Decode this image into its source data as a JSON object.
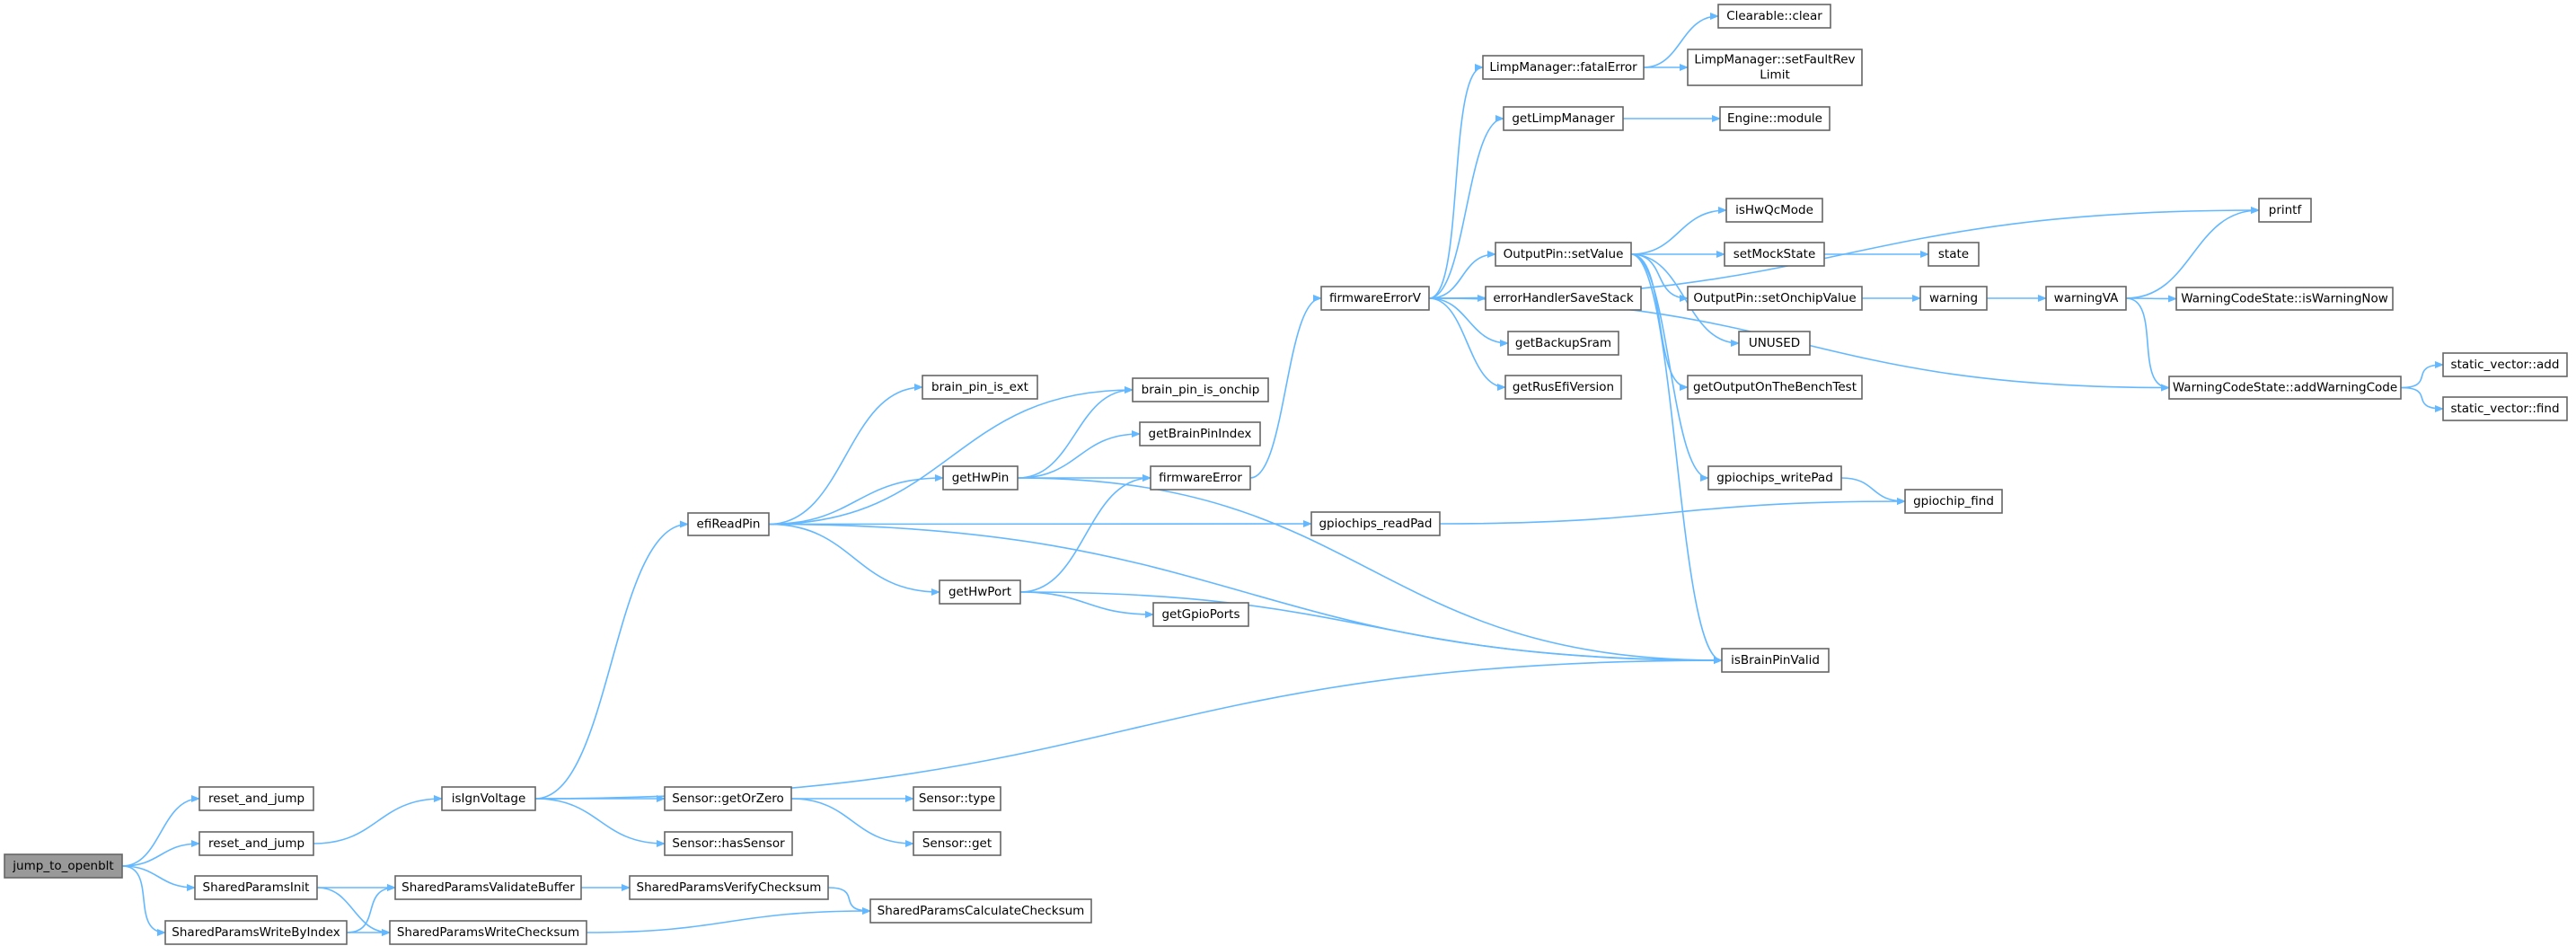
{
  "graph": {
    "edge_color": "#63b8ff",
    "root_fill": "#999999",
    "nodes": [
      {
        "id": "jump_to_openblt",
        "label": [
          "jump_to_openblt"
        ],
        "root": true
      },
      {
        "id": "reset_and_jump_1",
        "label": [
          "reset_and_jump"
        ]
      },
      {
        "id": "reset_and_jump_2",
        "label": [
          "reset_and_jump"
        ]
      },
      {
        "id": "SharedParamsInit",
        "label": [
          "SharedParamsInit"
        ]
      },
      {
        "id": "SharedParamsWriteByIndex",
        "label": [
          "SharedParamsWriteByIndex"
        ]
      },
      {
        "id": "isIgnVoltage",
        "label": [
          "isIgnVoltage"
        ]
      },
      {
        "id": "SharedParamsValidateBuffer",
        "label": [
          "SharedParamsValidateBuffer"
        ]
      },
      {
        "id": "SharedParamsWriteChecksum",
        "label": [
          "SharedParamsWriteChecksum"
        ]
      },
      {
        "id": "Sensor_getOrZero",
        "label": [
          "Sensor::getOrZero"
        ]
      },
      {
        "id": "Sensor_hasSensor",
        "label": [
          "Sensor::hasSensor"
        ]
      },
      {
        "id": "SharedParamsVerifyChecksum",
        "label": [
          "SharedParamsVerifyChecksum"
        ]
      },
      {
        "id": "SharedParamsCalculateChecksum",
        "label": [
          "SharedParamsCalculateChecksum"
        ]
      },
      {
        "id": "Sensor_type",
        "label": [
          "Sensor::type"
        ]
      },
      {
        "id": "Sensor_get",
        "label": [
          "Sensor::get"
        ]
      },
      {
        "id": "efiReadPin",
        "label": [
          "efiReadPin"
        ]
      },
      {
        "id": "brain_pin_is_ext",
        "label": [
          "brain_pin_is_ext"
        ]
      },
      {
        "id": "brain_pin_is_onchip",
        "label": [
          "brain_pin_is_onchip"
        ]
      },
      {
        "id": "getBrainPinIndex",
        "label": [
          "getBrainPinIndex"
        ]
      },
      {
        "id": "getHwPin",
        "label": [
          "getHwPin"
        ]
      },
      {
        "id": "firmwareError",
        "label": [
          "firmwareError"
        ]
      },
      {
        "id": "gpiochips_readPad",
        "label": [
          "gpiochips_readPad"
        ]
      },
      {
        "id": "getHwPort",
        "label": [
          "getHwPort"
        ]
      },
      {
        "id": "getGpioPorts",
        "label": [
          "getGpioPorts"
        ]
      },
      {
        "id": "isBrainPinValid",
        "label": [
          "isBrainPinValid"
        ]
      },
      {
        "id": "firmwareErrorV",
        "label": [
          "firmwareErrorV"
        ]
      },
      {
        "id": "LimpManager_fatalError",
        "label": [
          "LimpManager::fatalError"
        ]
      },
      {
        "id": "getLimpManager",
        "label": [
          "getLimpManager"
        ]
      },
      {
        "id": "Clearable_clear",
        "label": [
          "Clearable::clear"
        ]
      },
      {
        "id": "LimpManager_setFaultRevLimit",
        "label": [
          "LimpManager::setFaultRev",
          "Limit"
        ]
      },
      {
        "id": "Engine_module",
        "label": [
          "Engine::module"
        ]
      },
      {
        "id": "printf",
        "label": [
          "printf"
        ]
      },
      {
        "id": "isHwQcMode",
        "label": [
          "isHwQcMode"
        ]
      },
      {
        "id": "OutputPin_setValue",
        "label": [
          "OutputPin::setValue"
        ]
      },
      {
        "id": "setMockState",
        "label": [
          "setMockState"
        ]
      },
      {
        "id": "state",
        "label": [
          "state"
        ]
      },
      {
        "id": "errorHandlerSaveStack",
        "label": [
          "errorHandlerSaveStack"
        ]
      },
      {
        "id": "OutputPin_setOnchipValue",
        "label": [
          "OutputPin::setOnchipValue"
        ]
      },
      {
        "id": "warning",
        "label": [
          "warning"
        ]
      },
      {
        "id": "warningVA",
        "label": [
          "warningVA"
        ]
      },
      {
        "id": "WarningCodeState_isWarningNow",
        "label": [
          "WarningCodeState::isWarningNow"
        ]
      },
      {
        "id": "getBackupSram",
        "label": [
          "getBackupSram"
        ]
      },
      {
        "id": "UNUSED",
        "label": [
          "UNUSED"
        ]
      },
      {
        "id": "getRusEfiVersion",
        "label": [
          "getRusEfiVersion"
        ]
      },
      {
        "id": "getOutputOnTheBenchTest",
        "label": [
          "getOutputOnTheBenchTest"
        ]
      },
      {
        "id": "WarningCodeState_addWarningCode",
        "label": [
          "WarningCodeState::addWarningCode"
        ]
      },
      {
        "id": "static_vector_add",
        "label": [
          "static_vector::add"
        ]
      },
      {
        "id": "static_vector_find",
        "label": [
          "static_vector::find"
        ]
      },
      {
        "id": "gpiochips_writePad",
        "label": [
          "gpiochips_writePad"
        ]
      },
      {
        "id": "gpiochip_find",
        "label": [
          "gpiochip_find"
        ]
      }
    ],
    "edges": [
      [
        "jump_to_openblt",
        "reset_and_jump_1"
      ],
      [
        "jump_to_openblt",
        "reset_and_jump_2"
      ],
      [
        "jump_to_openblt",
        "SharedParamsInit"
      ],
      [
        "jump_to_openblt",
        "SharedParamsWriteByIndex"
      ],
      [
        "reset_and_jump_2",
        "isIgnVoltage"
      ],
      [
        "isIgnVoltage",
        "efiReadPin"
      ],
      [
        "isIgnVoltage",
        "Sensor_getOrZero"
      ],
      [
        "isIgnVoltage",
        "Sensor_hasSensor"
      ],
      [
        "isIgnVoltage",
        "isBrainPinValid"
      ],
      [
        "Sensor_getOrZero",
        "Sensor_type"
      ],
      [
        "Sensor_getOrZero",
        "Sensor_get"
      ],
      [
        "SharedParamsInit",
        "SharedParamsValidateBuffer"
      ],
      [
        "SharedParamsInit",
        "SharedParamsWriteChecksum"
      ],
      [
        "SharedParamsWriteByIndex",
        "SharedParamsValidateBuffer"
      ],
      [
        "SharedParamsWriteByIndex",
        "SharedParamsWriteChecksum"
      ],
      [
        "SharedParamsValidateBuffer",
        "SharedParamsVerifyChecksum"
      ],
      [
        "SharedParamsVerifyChecksum",
        "SharedParamsCalculateChecksum"
      ],
      [
        "SharedParamsWriteChecksum",
        "SharedParamsCalculateChecksum"
      ],
      [
        "efiReadPin",
        "brain_pin_is_ext"
      ],
      [
        "efiReadPin",
        "brain_pin_is_onchip"
      ],
      [
        "efiReadPin",
        "getHwPin"
      ],
      [
        "efiReadPin",
        "gpiochips_readPad"
      ],
      [
        "efiReadPin",
        "getHwPort"
      ],
      [
        "efiReadPin",
        "isBrainPinValid"
      ],
      [
        "getHwPin",
        "brain_pin_is_onchip"
      ],
      [
        "getHwPin",
        "getBrainPinIndex"
      ],
      [
        "getHwPin",
        "firmwareError"
      ],
      [
        "getHwPin",
        "isBrainPinValid"
      ],
      [
        "getHwPort",
        "firmwareError"
      ],
      [
        "getHwPort",
        "getGpioPorts"
      ],
      [
        "getHwPort",
        "isBrainPinValid"
      ],
      [
        "firmwareError",
        "firmwareErrorV"
      ],
      [
        "gpiochips_readPad",
        "gpiochip_find"
      ],
      [
        "firmwareErrorV",
        "LimpManager_fatalError"
      ],
      [
        "firmwareErrorV",
        "getLimpManager"
      ],
      [
        "firmwareErrorV",
        "printf"
      ],
      [
        "firmwareErrorV",
        "OutputPin_setValue"
      ],
      [
        "firmwareErrorV",
        "errorHandlerSaveStack"
      ],
      [
        "firmwareErrorV",
        "getBackupSram"
      ],
      [
        "firmwareErrorV",
        "getRusEfiVersion"
      ],
      [
        "firmwareErrorV",
        "WarningCodeState_addWarningCode"
      ],
      [
        "LimpManager_fatalError",
        "Clearable_clear"
      ],
      [
        "LimpManager_fatalError",
        "LimpManager_setFaultRevLimit"
      ],
      [
        "getLimpManager",
        "Engine_module"
      ],
      [
        "OutputPin_setValue",
        "isHwQcMode"
      ],
      [
        "OutputPin_setValue",
        "setMockState"
      ],
      [
        "OutputPin_setValue",
        "OutputPin_setOnchipValue"
      ],
      [
        "OutputPin_setValue",
        "UNUSED"
      ],
      [
        "OutputPin_setValue",
        "getOutputOnTheBenchTest"
      ],
      [
        "OutputPin_setValue",
        "gpiochips_writePad"
      ],
      [
        "OutputPin_setValue",
        "isBrainPinValid"
      ],
      [
        "setMockState",
        "state"
      ],
      [
        "OutputPin_setOnchipValue",
        "warning"
      ],
      [
        "warning",
        "warningVA"
      ],
      [
        "warningVA",
        "printf"
      ],
      [
        "warningVA",
        "WarningCodeState_isWarningNow"
      ],
      [
        "warningVA",
        "WarningCodeState_addWarningCode"
      ],
      [
        "WarningCodeState_addWarningCode",
        "static_vector_add"
      ],
      [
        "WarningCodeState_addWarningCode",
        "static_vector_find"
      ],
      [
        "gpiochips_writePad",
        "gpiochip_find"
      ]
    ]
  }
}
